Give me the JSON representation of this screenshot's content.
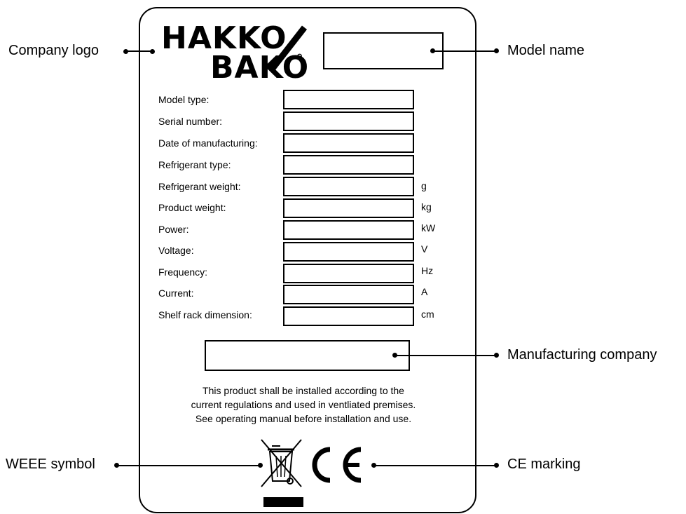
{
  "logo": {
    "line1": "HAKKO",
    "line2": "BAKO",
    "mark": "°"
  },
  "fields": [
    {
      "label": "Model type:",
      "unit": ""
    },
    {
      "label": "Serial number:",
      "unit": ""
    },
    {
      "label": "Date of manufacturing:",
      "unit": ""
    },
    {
      "label": "Refrigerant type:",
      "unit": ""
    },
    {
      "label": "Refrigerant weight:",
      "unit": "g"
    },
    {
      "label": "Product weight:",
      "unit": "kg"
    },
    {
      "label": "Power:",
      "unit": "kW"
    },
    {
      "label": "Voltage:",
      "unit": "V"
    },
    {
      "label": "Frequency:",
      "unit": "Hz"
    },
    {
      "label": "Current:",
      "unit": "A"
    },
    {
      "label": "Shelf rack dimension:",
      "unit": "cm"
    }
  ],
  "notice": [
    "This product shall be installed according to the",
    "current regulations and used in ventliated premises.",
    "See operating manual before installation and use."
  ],
  "callouts": {
    "company_logo": "Company logo",
    "model_name": "Model name",
    "manufacturing_company": "Manufacturing company",
    "weee_symbol": "WEEE symbol",
    "ce_marking": "CE marking"
  },
  "icons": [
    "weee-icon",
    "ce-marking-icon"
  ]
}
